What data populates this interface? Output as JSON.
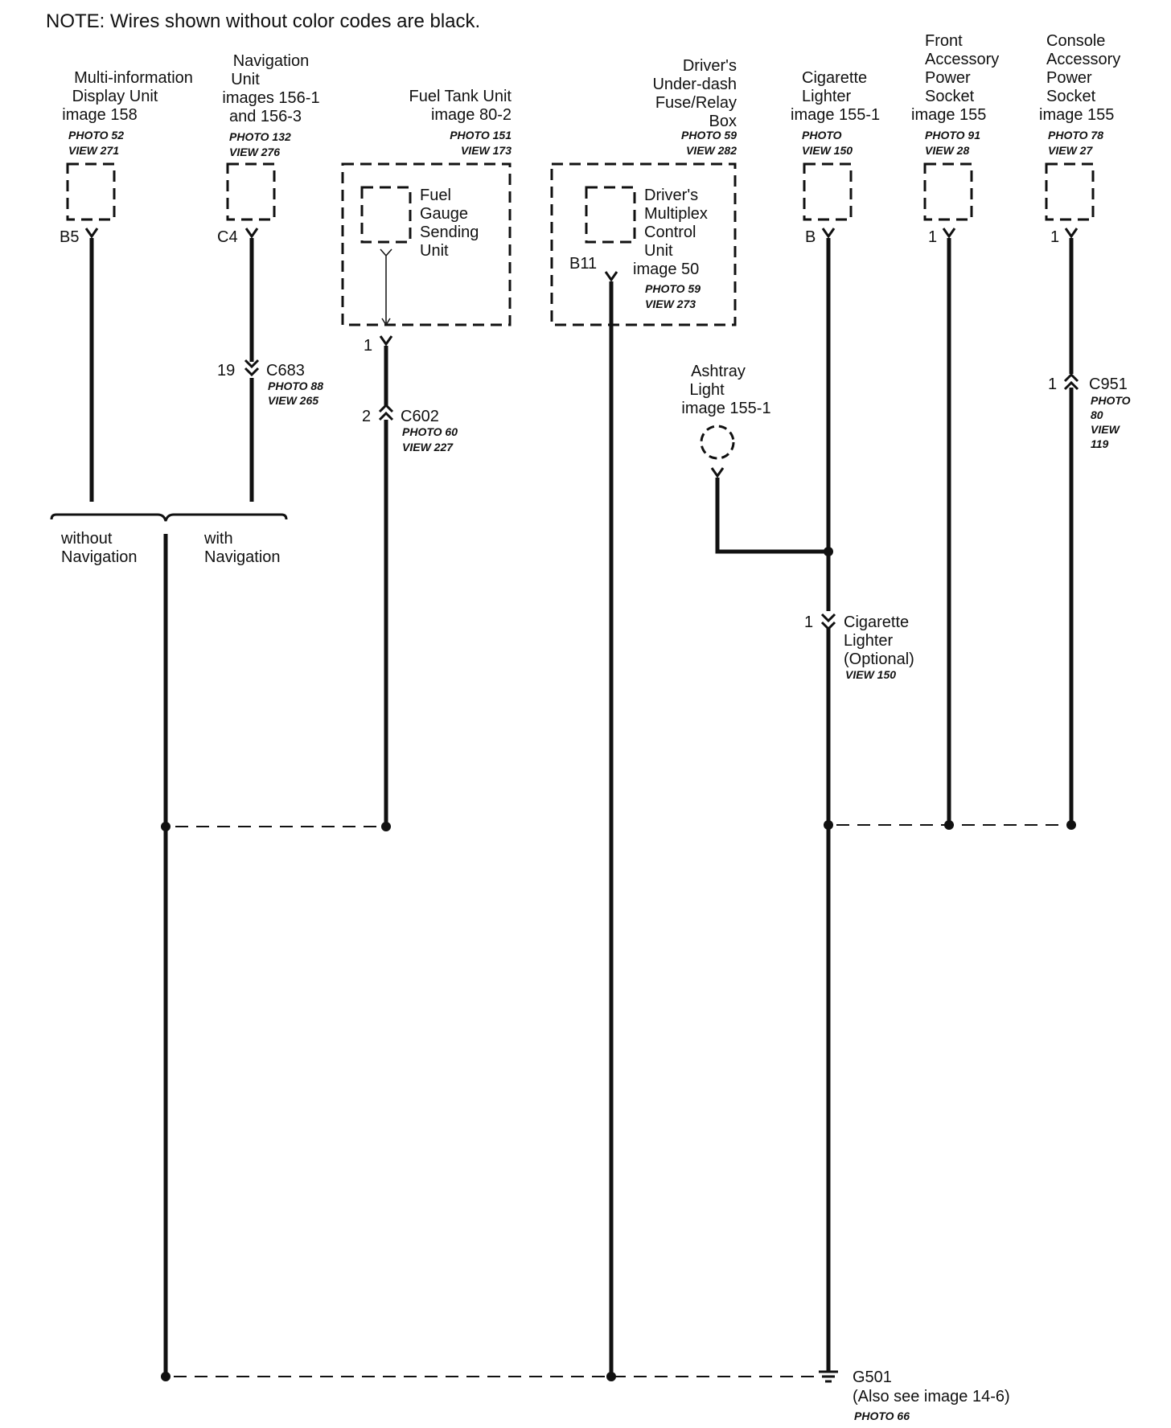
{
  "note": "NOTE: Wires shown without color codes are black.",
  "components": {
    "mid": {
      "name_lines": [
        "Multi-information",
        "Display Unit",
        "image 158"
      ],
      "photo": "PHOTO 52",
      "view": "VIEW 271",
      "pin": "B5"
    },
    "nav": {
      "name_lines": [
        "Navigation",
        "Unit",
        "images 156-1",
        "and 156-3"
      ],
      "photo": "PHOTO 132",
      "view": "VIEW 276",
      "pin": "C4"
    },
    "fuel_tank": {
      "name_lines": [
        "Fuel Tank Unit",
        "image 80-2"
      ],
      "photo": "PHOTO 151",
      "view": "VIEW 173",
      "pin": "1"
    },
    "fuel_gauge": {
      "name_lines": [
        "Fuel",
        "Gauge",
        "Sending",
        "Unit"
      ]
    },
    "fuse_box": {
      "name_lines": [
        "Driver's",
        "Under-dash",
        "Fuse/Relay",
        "Box"
      ],
      "photo": "PHOTO 59",
      "view": "VIEW 282"
    },
    "multiplex": {
      "name_lines": [
        "Driver's",
        "Multiplex",
        "Control",
        "Unit",
        "image 50"
      ],
      "photo": "PHOTO 59",
      "view": "VIEW 273",
      "pin": "B11"
    },
    "cig_lighter": {
      "name_lines": [
        "Cigarette",
        "Lighter",
        "image 155-1"
      ],
      "photo": "PHOTO",
      "view": "VIEW 150",
      "pin": "B"
    },
    "front_socket": {
      "name_lines": [
        "Front",
        "Accessory",
        "Power",
        "Socket",
        "image 155"
      ],
      "photo": "PHOTO 91",
      "view": "VIEW 28",
      "pin": "1"
    },
    "console_socket": {
      "name_lines": [
        "Console",
        "Accessory",
        "Power",
        "Socket",
        "image 155"
      ],
      "photo": "PHOTO 78",
      "view": "VIEW 27",
      "pin": "1"
    },
    "ashtray": {
      "name_lines": [
        "Ashtray",
        "Light",
        "image 155-1"
      ]
    }
  },
  "connectors": {
    "c683": {
      "id": "C683",
      "pin": "19",
      "photo": "PHOTO 88",
      "view": "VIEW 265"
    },
    "c602": {
      "id": "C602",
      "pin": "2",
      "photo": "PHOTO 60",
      "view": "VIEW 227"
    },
    "c951": {
      "id": "C951",
      "pin": "1",
      "ref_lines": [
        "PHOTO",
        "80",
        "VIEW",
        "119"
      ]
    },
    "cig_opt": {
      "pin": "1",
      "name_lines": [
        "Cigarette",
        "Lighter",
        "(Optional)"
      ],
      "view": "VIEW 150"
    }
  },
  "options": {
    "without": [
      "without",
      "Navigation"
    ],
    "with": [
      "with",
      "Navigation"
    ]
  },
  "ground": {
    "id": "G501",
    "see": "(Also see image 14-6)",
    "photo": "PHOTO 66"
  }
}
